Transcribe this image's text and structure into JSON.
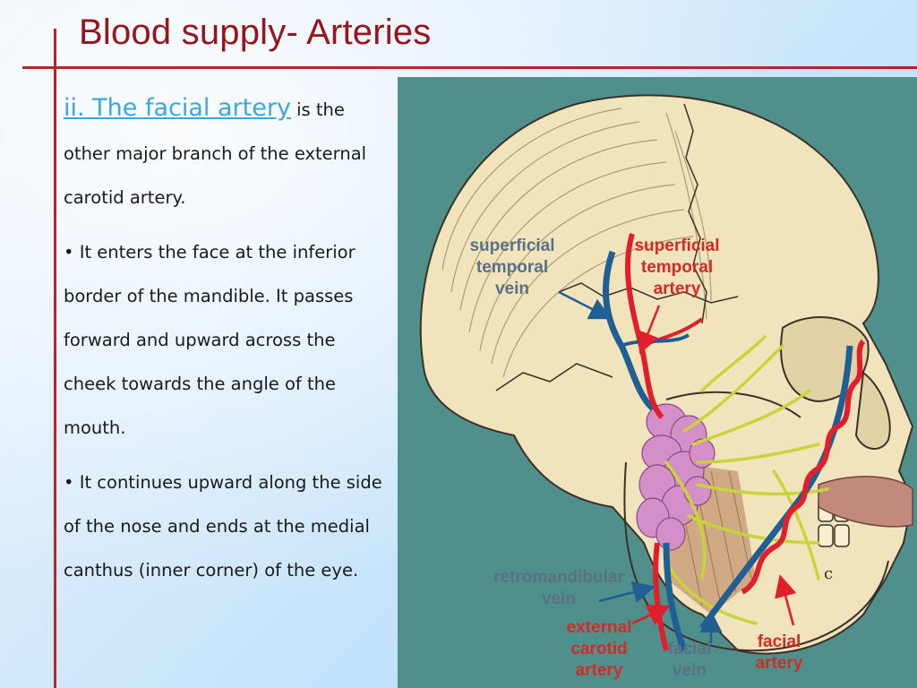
{
  "slide": {
    "title": "Blood supply- Arteries",
    "heading_link": "ii. The facial artery",
    "heading_tail": "is",
    "intro_text": "the other major branch of the external carotid artery.",
    "bullets": [
      "• It enters the face at the inferior border of the mandible. It passes forward and upward across the cheek towards the angle of the mouth.",
      "• It continues upward along the side of the nose and ends at the medial canthus (inner corner) of the eye."
    ]
  },
  "figure": {
    "labels": {
      "sup_temporal_vein": [
        "superficial",
        "temporal",
        "vein"
      ],
      "sup_temporal_artery": [
        "superficial",
        "temporal",
        "artery"
      ],
      "retromandibular_vein": [
        "retromandibular",
        "vein"
      ],
      "external_carotid_artery": [
        "external",
        "carotid",
        "artery"
      ],
      "facial_vein": [
        "facial",
        "vein"
      ],
      "facial_artery": [
        "facial",
        "artery"
      ],
      "mandible_mark": "c"
    },
    "colors": {
      "background": "#4f8f8c",
      "bone": "#f1e4bd",
      "artery": "#e01f2a",
      "vein": "#1f5f93",
      "nerve": "#c9d43a",
      "gland": "#d58fc8",
      "muscle": "#c9a07a",
      "vein_label": "#5b6f86",
      "artery_label": "#d42a25"
    }
  }
}
